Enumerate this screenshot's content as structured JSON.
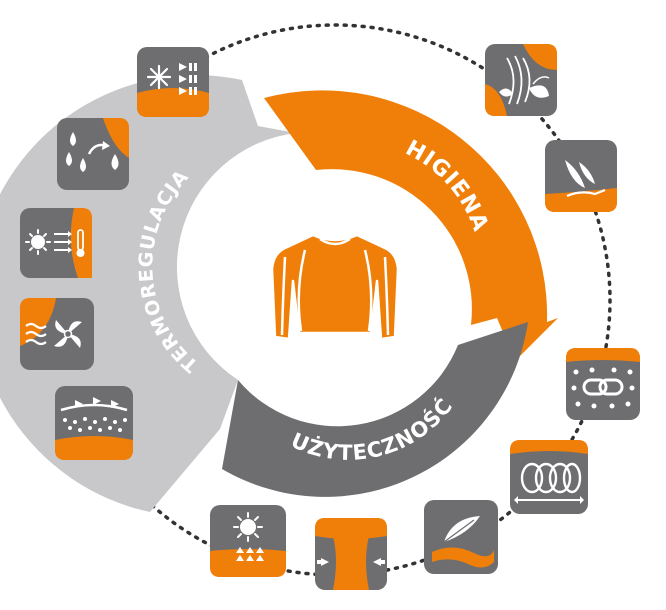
{
  "segments": {
    "termoregulacja": "TERMOREGULACJA",
    "higiena": "HIGIENA",
    "uzytecznosc": "UŻYTECZNOŚĆ"
  },
  "center": {
    "icon": "thermal-shirt-icon"
  },
  "colors": {
    "orange": "#F07F0A",
    "dark_gray": "#6E6E70",
    "light_gray": "#C8C8CA",
    "white": "#FFFFFF"
  },
  "tiles": [
    {
      "icon": "snowflake-cooling-icon"
    },
    {
      "icon": "moisture-drops-icon"
    },
    {
      "icon": "sun-thermometer-icon"
    },
    {
      "icon": "fan-airflow-icon"
    },
    {
      "icon": "fabric-layer-airflow-icon"
    },
    {
      "icon": "sun-heat-rise-icon"
    },
    {
      "icon": "stretch-arrows-icon"
    },
    {
      "icon": "feather-light-icon"
    },
    {
      "icon": "elastic-loops-icon"
    },
    {
      "icon": "chain-link-icon"
    },
    {
      "icon": "feather-hand-icon"
    },
    {
      "icon": "leaves-fresh-icon"
    }
  ]
}
